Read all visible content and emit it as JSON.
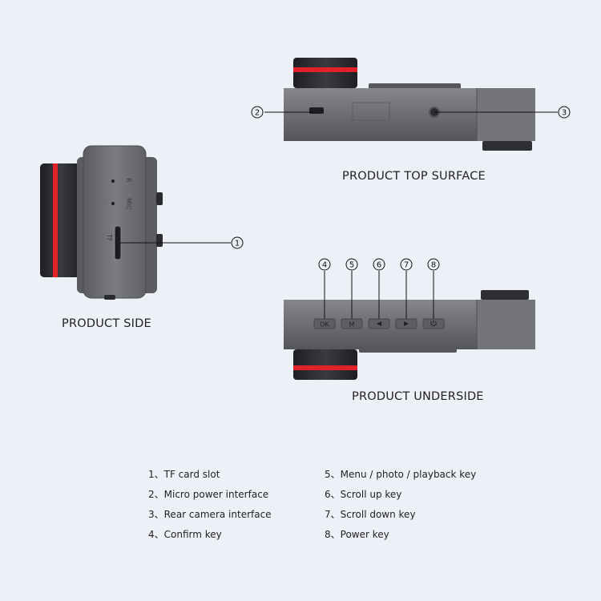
{
  "colors": {
    "background": "#eef0f8",
    "body": "#6c6e74",
    "body_dark": "#4e5056",
    "body_light": "#85878d",
    "lens_accent": "#e2202a",
    "lens_dark": "#2a2b2f"
  },
  "views": {
    "top": {
      "caption": "PRODUCT TOP SURFACE"
    },
    "side": {
      "caption": "PRODUCT SIDE",
      "printed_labels": {
        "tf": "TF",
        "mic": "MIC",
        "r": "R"
      }
    },
    "under": {
      "caption": "PRODUCT UNDERSIDE"
    }
  },
  "callouts": [
    {
      "id": "1",
      "symbol": "①"
    },
    {
      "id": "2",
      "symbol": "②"
    },
    {
      "id": "3",
      "symbol": "③"
    },
    {
      "id": "4",
      "symbol": "④"
    },
    {
      "id": "5",
      "symbol": "⑤"
    },
    {
      "id": "6",
      "symbol": "⑥"
    },
    {
      "id": "7",
      "symbol": "⑦"
    },
    {
      "id": "8",
      "symbol": "⑧"
    }
  ],
  "legend": {
    "left": [
      "1、TF card slot",
      "2、Micro power interface",
      "3、Rear camera interface",
      "4、Confirm key"
    ],
    "right": [
      "5、Menu / photo / playback key",
      "6、Scroll up key",
      "7、Scroll down key",
      "8、Power key"
    ]
  },
  "button_icons": [
    "confirm-icon",
    "menu-icon",
    "scroll-up-icon",
    "scroll-down-icon",
    "power-icon"
  ]
}
